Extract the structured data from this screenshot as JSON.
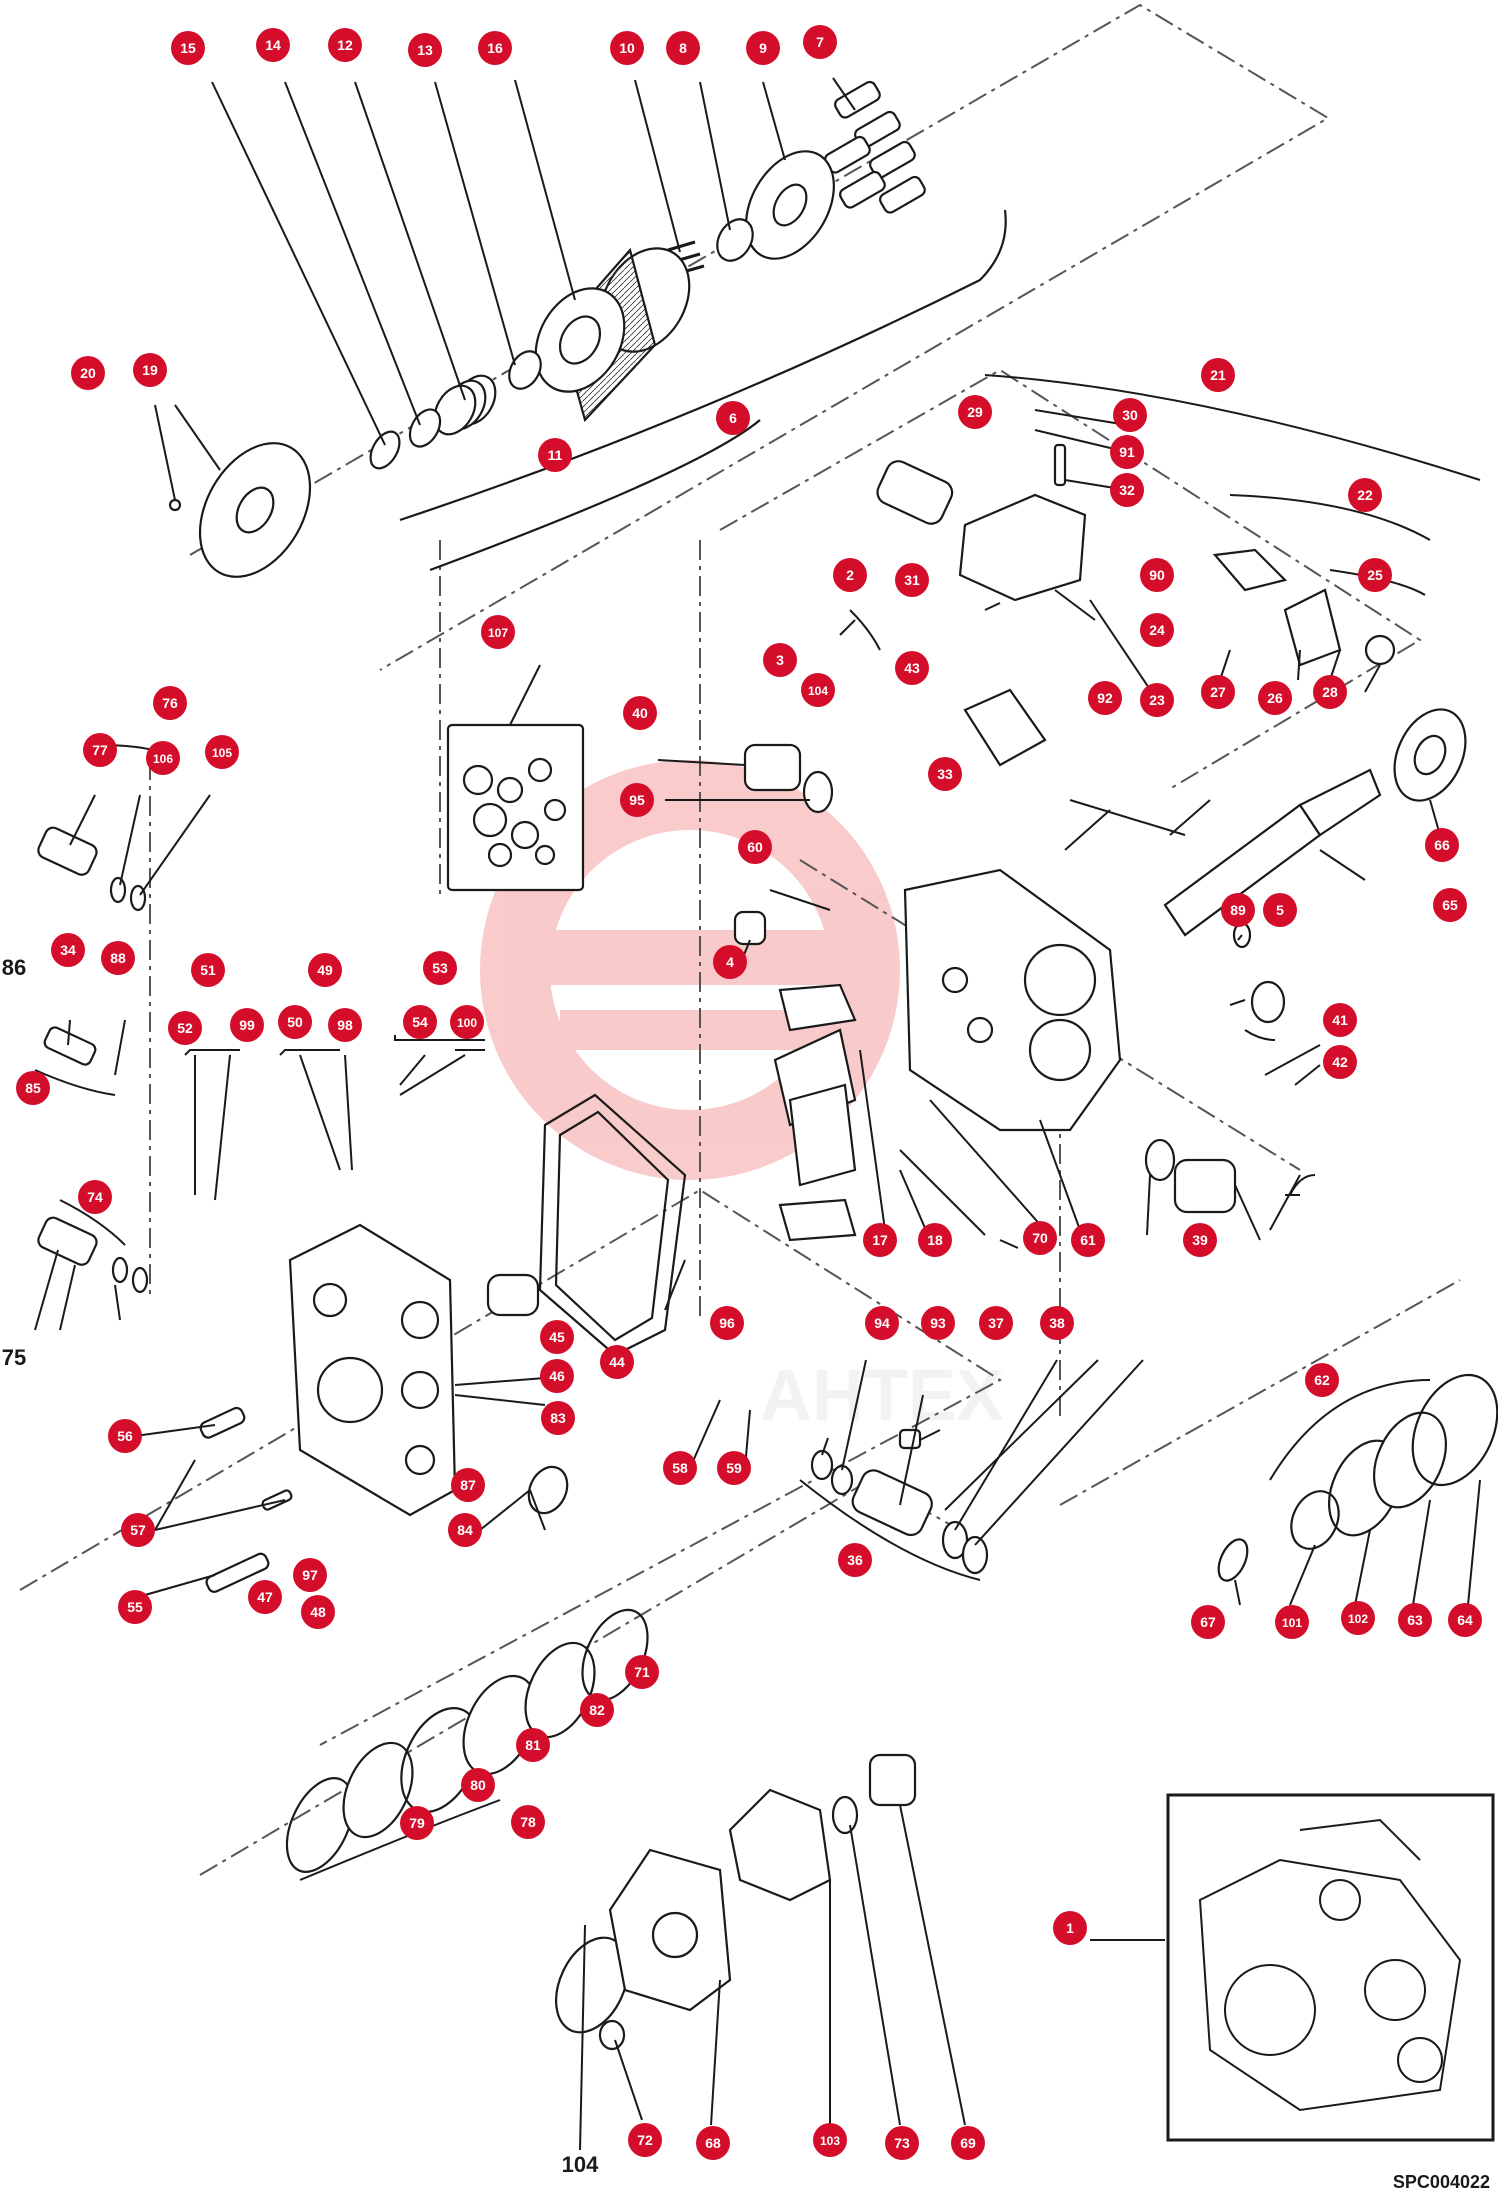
{
  "diagram": {
    "type": "exploded-parts-diagram",
    "drawing_code": "SPC004022",
    "watermark_text": "AHTEX",
    "colors": {
      "callout": "#d40e2a",
      "callout_text": "#ffffff",
      "line": "#1a1a1a",
      "watermark": "#f4a0a0"
    }
  },
  "callouts": [
    "1",
    "2",
    "3",
    "4",
    "5",
    "6",
    "7",
    "8",
    "9",
    "10",
    "11",
    "12",
    "13",
    "14",
    "15",
    "16",
    "17",
    "18",
    "19",
    "20",
    "21",
    "22",
    "23",
    "24",
    "25",
    "26",
    "27",
    "28",
    "29",
    "30",
    "31",
    "32",
    "33",
    "34",
    "36",
    "37",
    "38",
    "39",
    "40",
    "41",
    "42",
    "43",
    "44",
    "45",
    "46",
    "47",
    "48",
    "49",
    "50",
    "51",
    "52",
    "53",
    "54",
    "55",
    "56",
    "57",
    "58",
    "59",
    "60",
    "61",
    "62",
    "63",
    "64",
    "65",
    "66",
    "67",
    "68",
    "69",
    "70",
    "71",
    "72",
    "73",
    "74",
    "76",
    "77",
    "78",
    "79",
    "80",
    "81",
    "82",
    "83",
    "84",
    "85",
    "87",
    "88",
    "89",
    "90",
    "91",
    "92",
    "93",
    "94",
    "95",
    "96",
    "97",
    "98",
    "99",
    "100",
    "101",
    "102",
    "103",
    "104",
    "105",
    "106",
    "107"
  ],
  "plain_labels": [
    "86",
    "75",
    "104"
  ]
}
